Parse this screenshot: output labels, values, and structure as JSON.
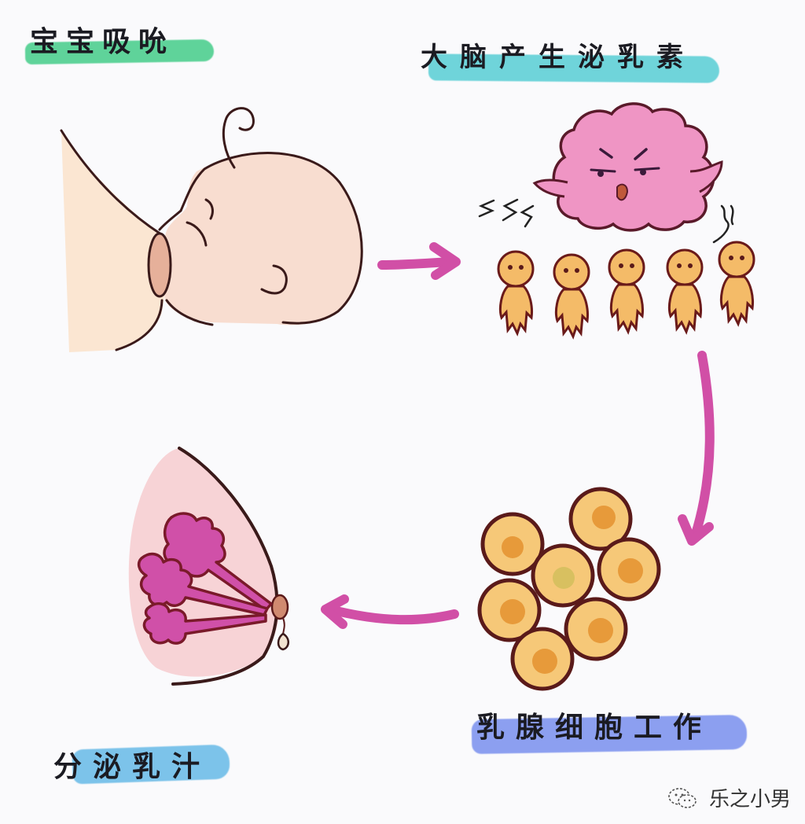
{
  "diagram": {
    "type": "cycle",
    "subject": "lactation process",
    "steps": [
      {
        "id": "suck",
        "label": "宝宝吸吮",
        "highlight_color": "#5fd39a",
        "illustration": "baby-breastfeeding"
      },
      {
        "id": "brain",
        "label": "大脑产生泌乳素",
        "highlight_color": "#6fd4da",
        "illustration": "angry-brain-with-hormone-figures"
      },
      {
        "id": "cells",
        "label": "乳腺细胞工作",
        "highlight_color": "#8c9ff0",
        "illustration": "mammary-gland-cells"
      },
      {
        "id": "milk",
        "label": "分泌乳汁",
        "highlight_color": "#7cc3ea",
        "illustration": "breast-cross-section-milk-ducts"
      }
    ],
    "arrows": [
      {
        "from": "suck",
        "to": "brain",
        "direction": "right"
      },
      {
        "from": "brain",
        "to": "cells",
        "direction": "down"
      },
      {
        "from": "cells",
        "to": "milk",
        "direction": "left"
      }
    ],
    "colors": {
      "arrow": "#d14fa6",
      "outline": "#3a1a1a",
      "skin": "#f6dccd",
      "brain": "#ef95c4",
      "hormone_figure": "#f4bb68",
      "cell": "#f6c878",
      "cell_nucleus": "#e79a3a",
      "breast": "#f7d3d6",
      "duct": "#d050a8"
    },
    "hormone_figure_count": 5,
    "cell_count": 7
  },
  "watermark": {
    "icon": "wechat-icon",
    "text": "乐之小男"
  }
}
